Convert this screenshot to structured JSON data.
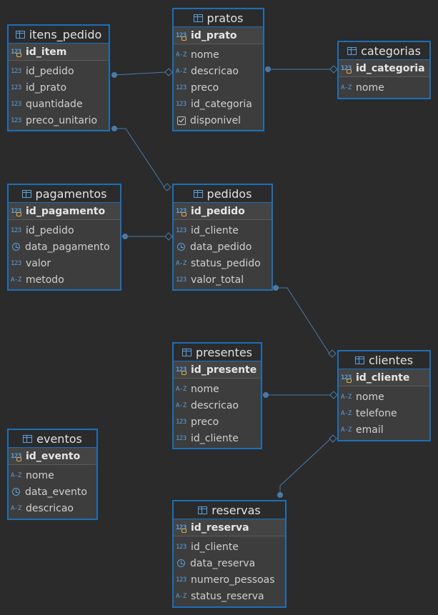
{
  "entities": {
    "itens_pedido": {
      "name": "itens_pedido",
      "pk": "id_item",
      "columns": [
        "id_pedido",
        "id_prato",
        "quantidade",
        "preco_unitario"
      ]
    },
    "pratos": {
      "name": "pratos",
      "pk": "id_prato",
      "columns": [
        "nome",
        "descricao",
        "preco",
        "id_categoria",
        "disponivel"
      ]
    },
    "categorias": {
      "name": "categorias",
      "pk": "id_categoria",
      "columns": [
        "nome"
      ]
    },
    "pagamentos": {
      "name": "pagamentos",
      "pk": "id_pagamento",
      "columns": [
        "id_pedido",
        "data_pagamento",
        "valor",
        "metodo"
      ]
    },
    "pedidos": {
      "name": "pedidos",
      "pk": "id_pedido",
      "columns": [
        "id_cliente",
        "data_pedido",
        "status_pedido",
        "valor_total"
      ]
    },
    "presentes": {
      "name": "presentes",
      "pk": "id_presente",
      "columns": [
        "nome",
        "descricao",
        "preco",
        "id_cliente"
      ]
    },
    "clientes": {
      "name": "clientes",
      "pk": "id_cliente",
      "columns": [
        "nome",
        "telefone",
        "email"
      ]
    },
    "eventos": {
      "name": "eventos",
      "pk": "id_evento",
      "columns": [
        "nome",
        "data_evento",
        "descricao"
      ]
    },
    "reservas": {
      "name": "reservas",
      "pk": "id_reserva",
      "columns": [
        "id_cliente",
        "data_reserva",
        "numero_pessoas",
        "status_reserva"
      ]
    }
  },
  "icon_names": {
    "numeric": "numeric-type-icon",
    "text": "text-type-icon",
    "date": "clock-icon",
    "boolean": "checkbox-icon",
    "primary_key": "primary-key-icon",
    "table": "table-icon"
  },
  "relationships": [
    {
      "from": "itens_pedido.id_pedido",
      "to": "pratos"
    },
    {
      "from": "pratos.descricao",
      "to": "categorias"
    },
    {
      "from": "itens_pedido.preco_unitario",
      "to": "pedidos"
    },
    {
      "from": "pagamentos.id_pedido",
      "to": "pedidos"
    },
    {
      "from": "pedidos.valor_total",
      "to": "clientes"
    },
    {
      "from": "presentes.nome",
      "to": "clientes"
    },
    {
      "from": "reservas",
      "to": "clientes"
    }
  ],
  "colors": {
    "background": "#2b2b2b",
    "entity_border": "#1d6fb8",
    "connector": "#4a7aa8",
    "icon": "#5aa0e0"
  }
}
